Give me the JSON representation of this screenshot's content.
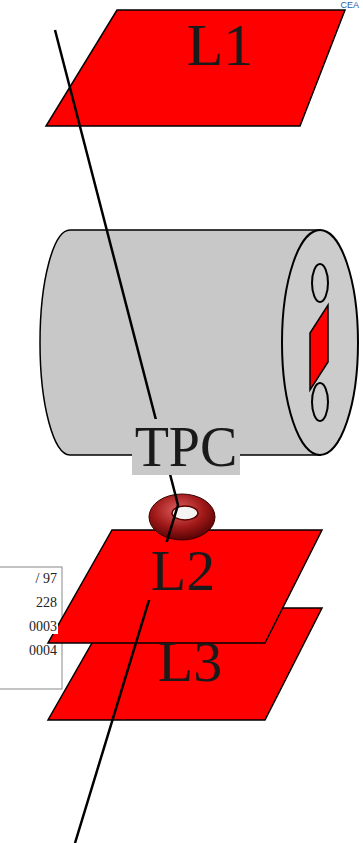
{
  "diagram": {
    "nodes": [
      {
        "text": [
          "L1"
        ]
      },
      {
        "text": [
          "TPC"
        ]
      },
      {
        "text": [
          "L2"
        ]
      },
      {
        "text": [
          "L3"
        ]
      }
    ],
    "labels": [
      "CEA",
      "/ 97",
      "228",
      "0003",
      "0004"
    ]
  }
}
